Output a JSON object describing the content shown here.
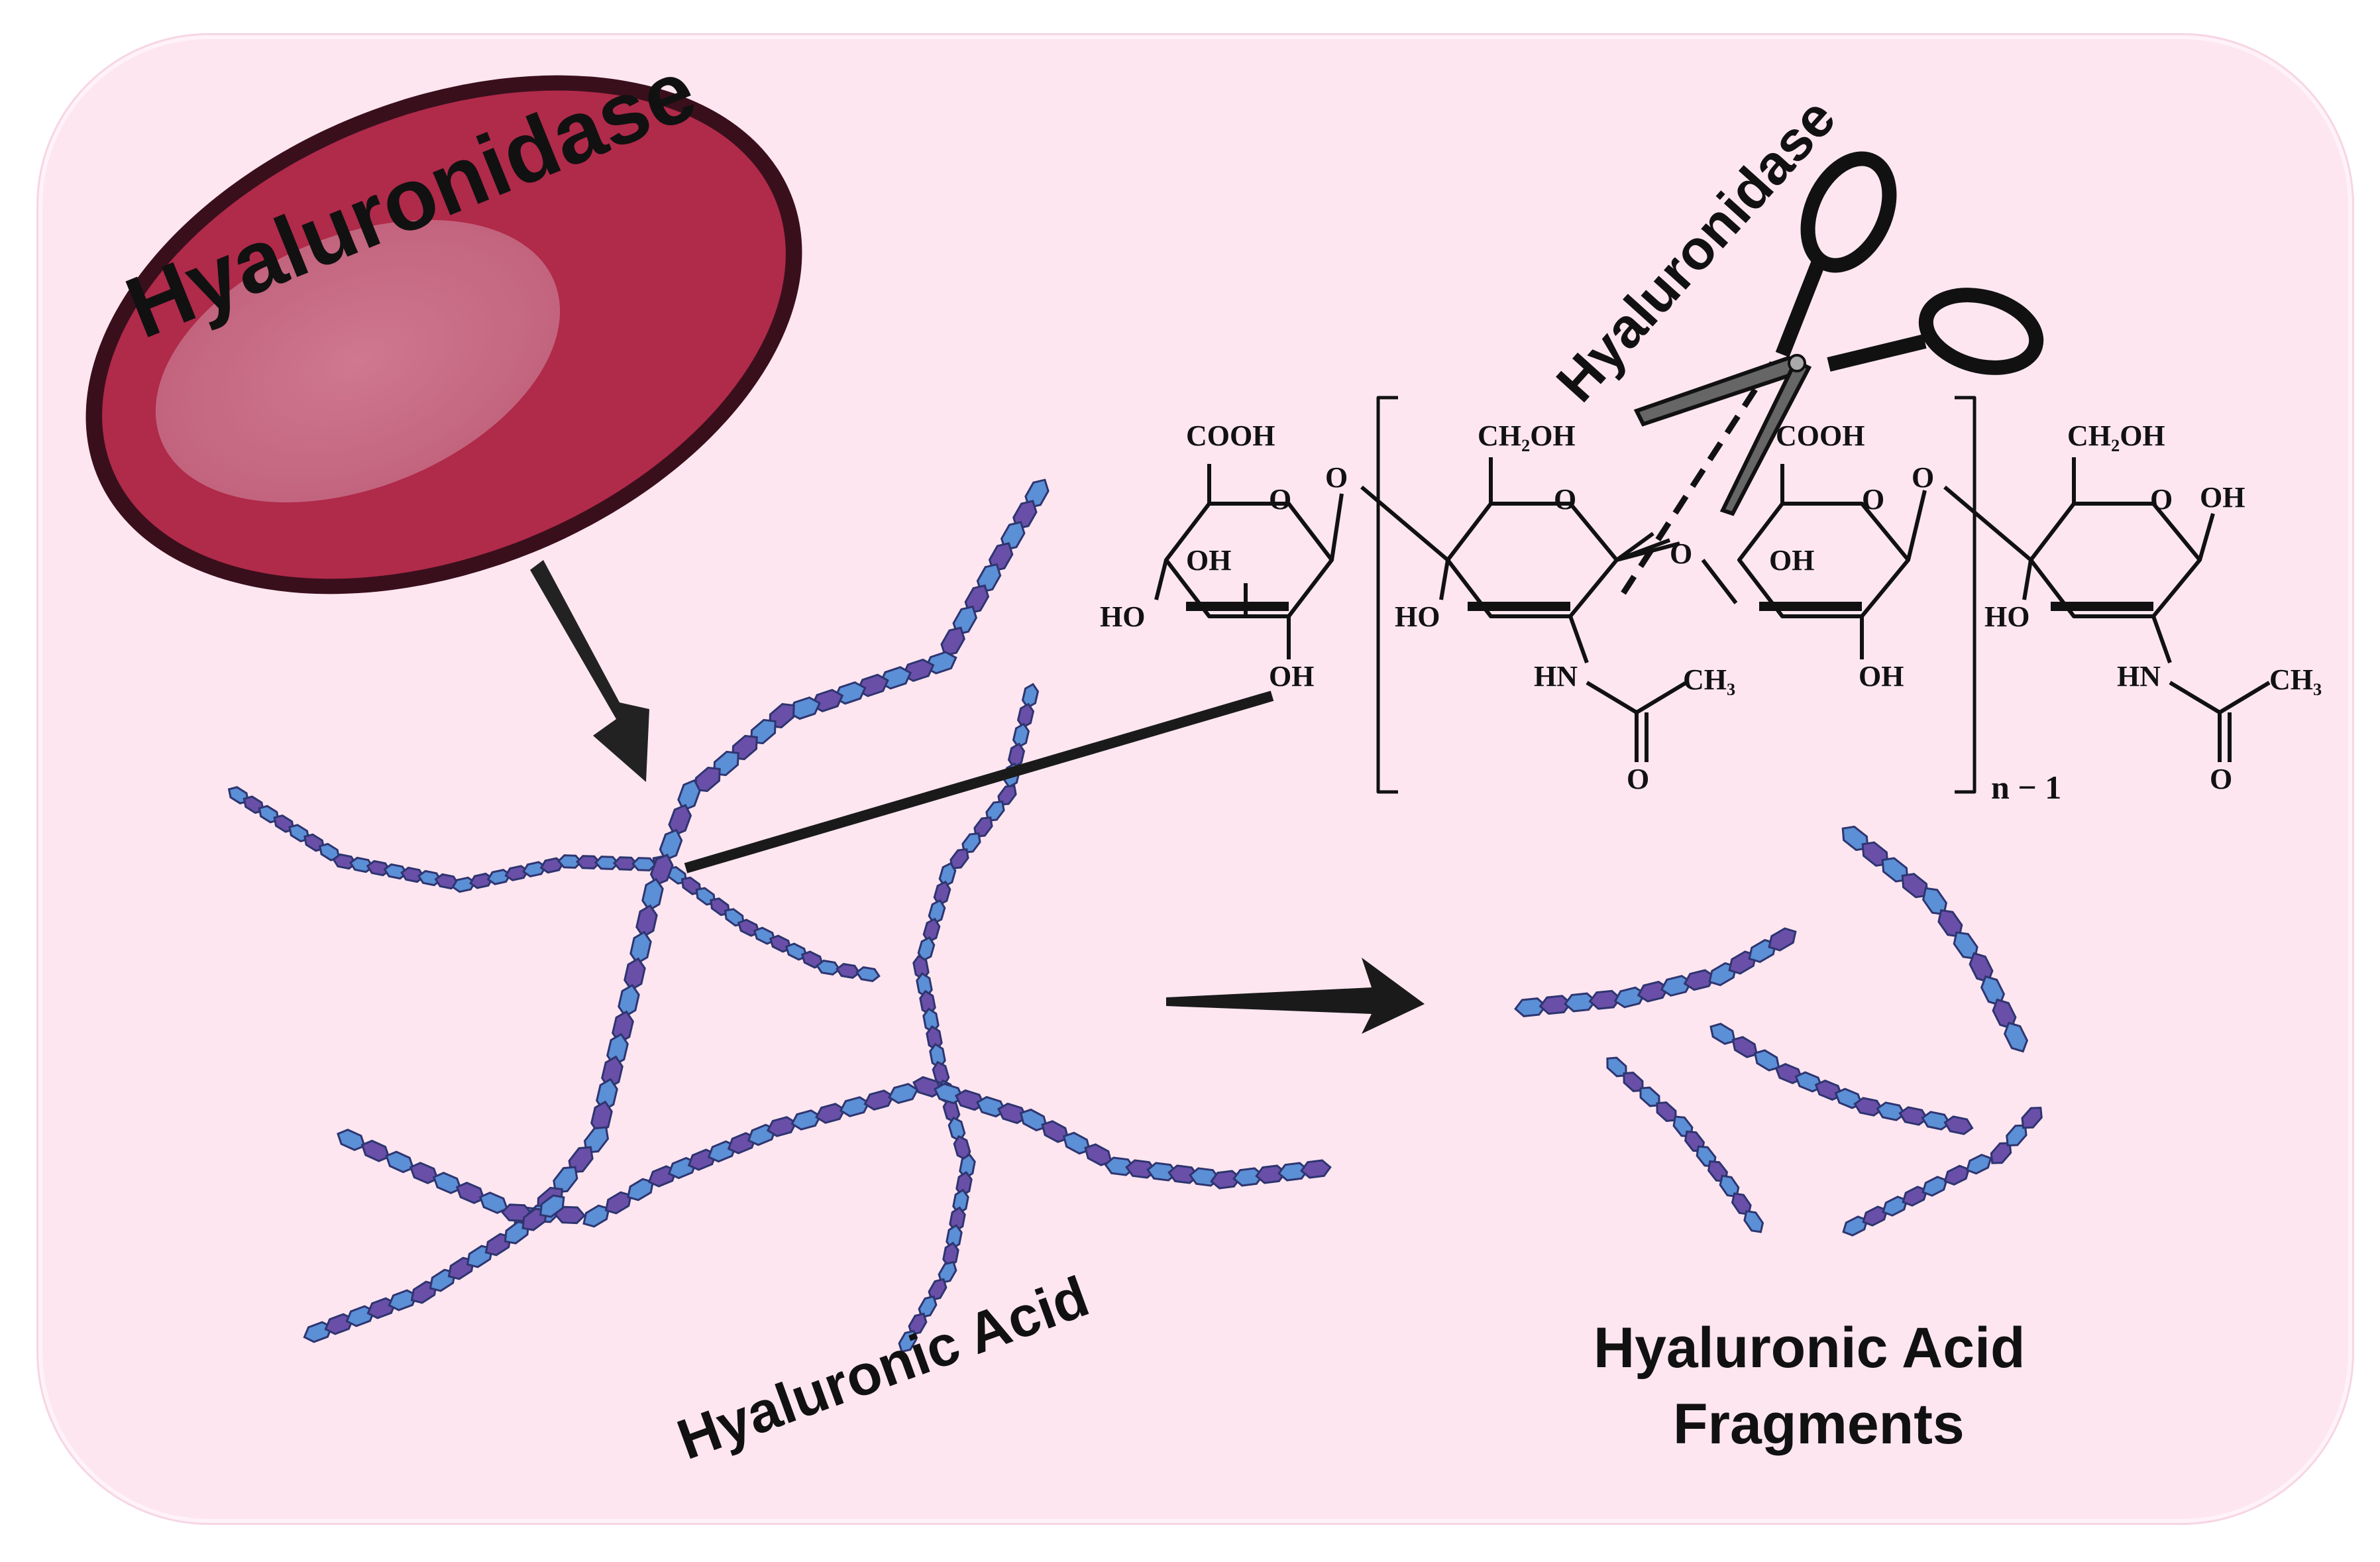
{
  "enzyme_label": "Hyaluronidase",
  "scissors_label": "Hyaluronidase",
  "substrate_label": "Hyaluronic Acid",
  "product_label_line1": "Hyaluronic Acid",
  "product_label_line2": "Fragments",
  "chem": {
    "cooh_1": "COOH",
    "ch2oh_1": "CH₂OH",
    "cooh_2": "COOH",
    "ch2oh_2": "CH₂OH",
    "ring_o": "O",
    "link_o": "O",
    "oh": "OH",
    "ho": "HO",
    "hn": "HN",
    "ch3": "CH₃",
    "carbonyl_o": "O",
    "repeat": "n − 1"
  },
  "colors": {
    "background": "#fde6f0",
    "enzyme_outer": "#b02a4a",
    "enzyme_rim": "#3a0f1c",
    "enzyme_highlight": "#c96a82",
    "bead_light": "#5b8fd6",
    "bead_dark": "#6a4fa8"
  }
}
